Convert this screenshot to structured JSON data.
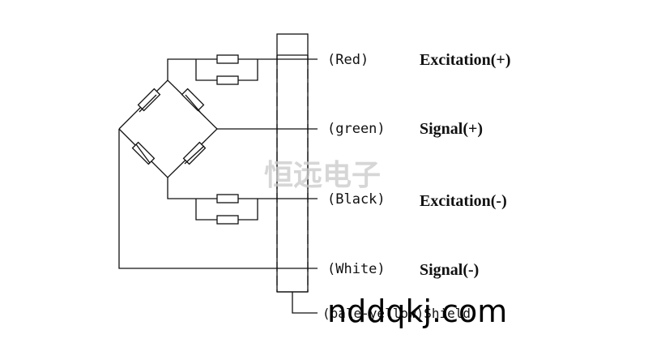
{
  "wires": [
    {
      "id": "red",
      "color_label": "(Red)",
      "signal": "Excitation(+)"
    },
    {
      "id": "green",
      "color_label": "(green)",
      "signal": "Signal(+)"
    },
    {
      "id": "black",
      "color_label": "(Black)",
      "signal": "Excitation(-)"
    },
    {
      "id": "white",
      "color_label": "(White)",
      "signal": "Signal(-)"
    }
  ],
  "shield": {
    "label": "(pale-yellow)Shield"
  },
  "watermarks": {
    "chinese": "恒远电子",
    "url": "nddqkj.com"
  }
}
